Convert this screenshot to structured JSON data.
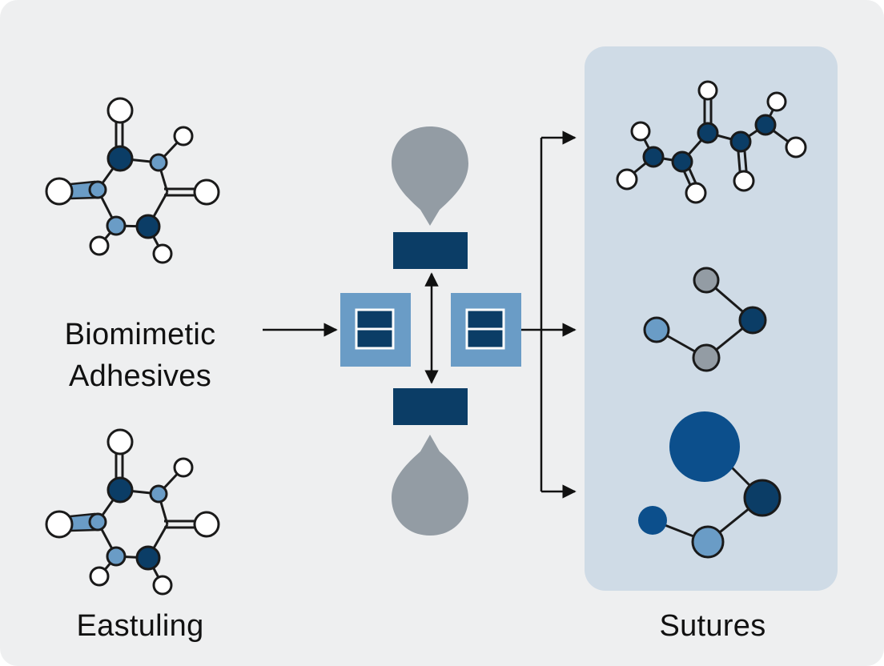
{
  "labels": {
    "left_main_line1": "Biomimetic",
    "left_main_line2": "Adhesives",
    "left_bottom": "Eastuling",
    "right_panel": "Sutures"
  },
  "colors": {
    "background": "#eeeff0",
    "panel": "#cfdbe6",
    "navy": "#0b3d66",
    "mid_blue": "#6a9cc6",
    "bright_blue": "#0c4f8c",
    "gray": "#939ca4",
    "white_atom": "#ffffff",
    "stroke": "#1a1a1a"
  }
}
